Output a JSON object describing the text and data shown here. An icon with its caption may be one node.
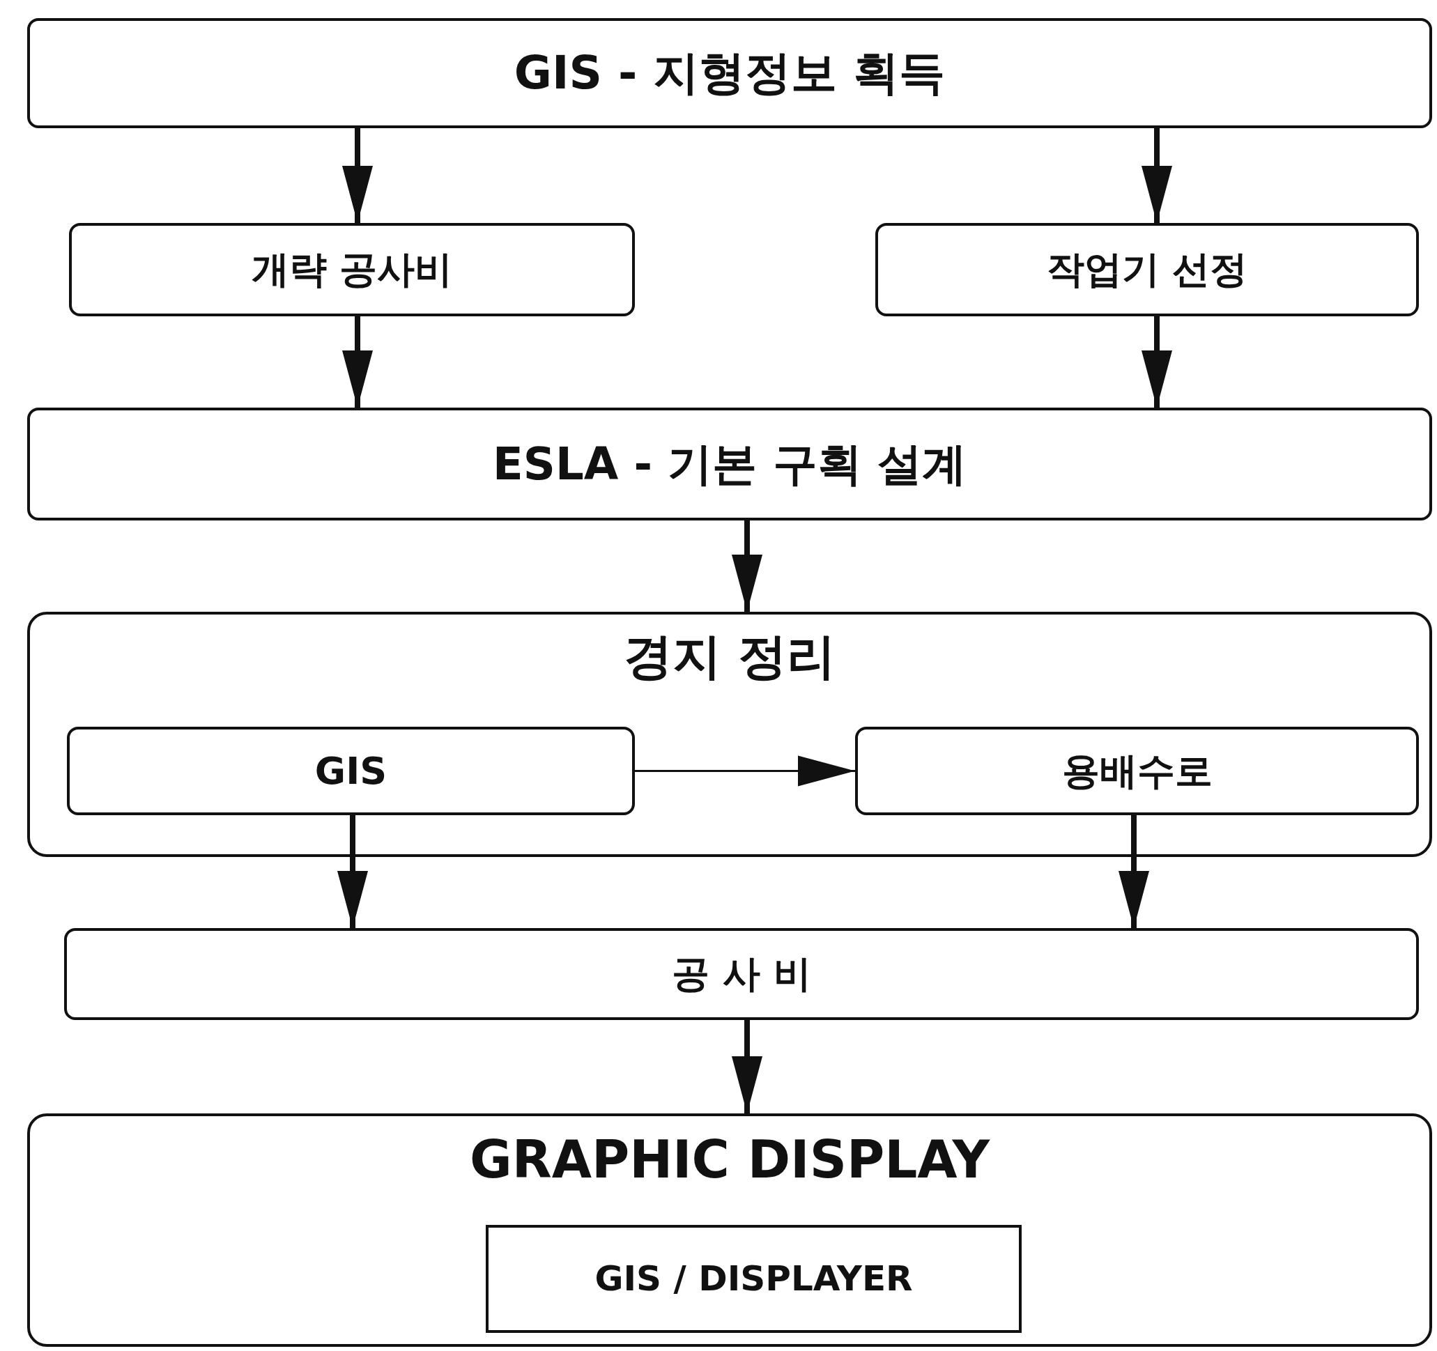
{
  "diagram": {
    "nodes": [
      {
        "text": [
          "GIS - 지형정보 획득"
        ]
      },
      {
        "text": [
          "개략 공사비"
        ]
      },
      {
        "text": [
          "작업기 선정"
        ]
      },
      {
        "text": [
          "ESLA - 기본 구획 설계"
        ]
      },
      {
        "text": [
          "경지 정리"
        ]
      },
      {
        "text": [
          "GIS"
        ],
        "in": 4
      },
      {
        "text": [
          "용배수로"
        ],
        "in": 4
      },
      {
        "text": [
          "공 사 비"
        ]
      },
      {
        "text": [
          "GRAPHIC DISPLAY"
        ]
      },
      {
        "text": [
          "GIS / DISPLAYER"
        ],
        "in": 8
      }
    ],
    "edges": [
      {
        "from": 0,
        "to": 1,
        "arrow": "to"
      },
      {
        "from": 0,
        "to": 2,
        "arrow": "to"
      },
      {
        "from": 1,
        "to": 3,
        "arrow": "to"
      },
      {
        "from": 2,
        "to": 3,
        "arrow": "to"
      },
      {
        "from": 3,
        "to": 4,
        "arrow": "to"
      },
      {
        "from": 5,
        "to": 6,
        "arrow": "to"
      },
      {
        "from": 5,
        "to": 7,
        "arrow": "to"
      },
      {
        "from": 6,
        "to": 7,
        "arrow": "to"
      },
      {
        "from": 7,
        "to": 8,
        "arrow": "to"
      }
    ]
  }
}
